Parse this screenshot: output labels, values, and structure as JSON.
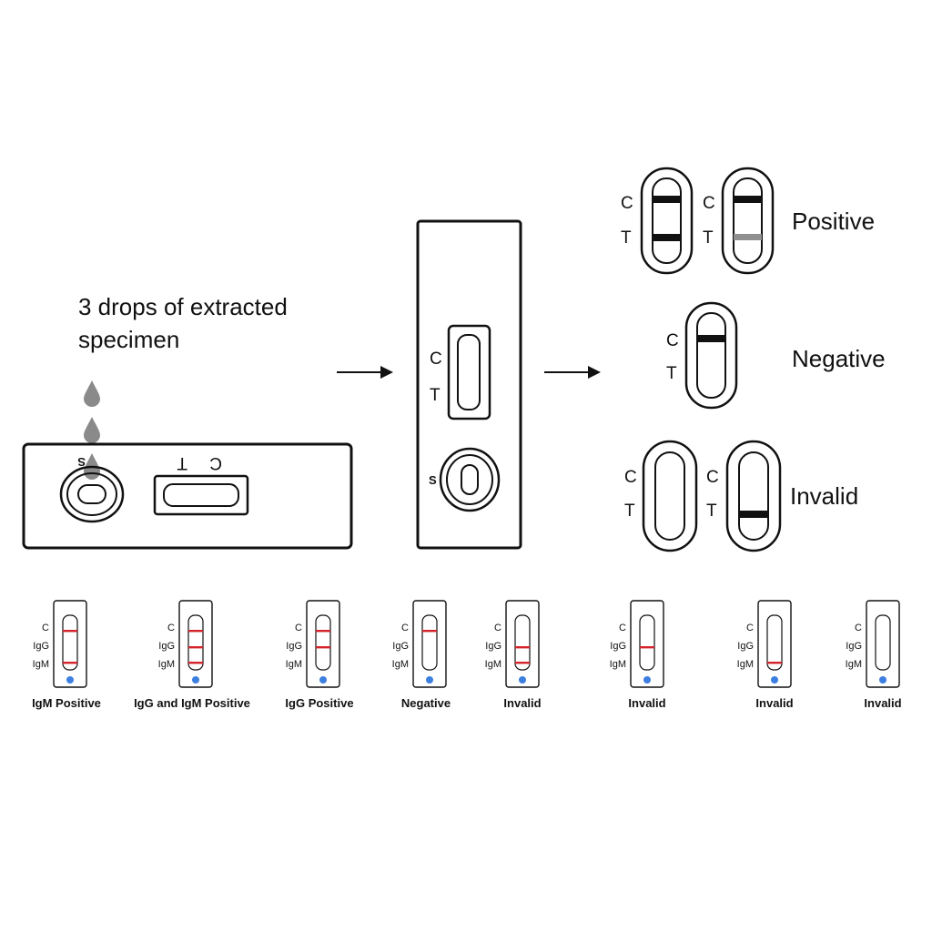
{
  "instruction": {
    "line1": "3 drops of extracted",
    "line2": "specimen"
  },
  "strip_labels": {
    "control": "C",
    "test": "T",
    "sample": "S"
  },
  "results": {
    "positive": "Positive",
    "negative": "Negative",
    "invalid": "Invalid"
  },
  "legend_labels": {
    "c": "C",
    "igg": "IgG",
    "igm": "IgM"
  },
  "antibody_results": [
    {
      "caption": "IgM Positive",
      "lines": [
        "C",
        "IgM"
      ]
    },
    {
      "caption": "IgG and IgM Positive",
      "lines": [
        "C",
        "IgG",
        "IgM"
      ]
    },
    {
      "caption": "IgG Positive",
      "lines": [
        "C",
        "IgG"
      ]
    },
    {
      "caption": "Negative",
      "lines": [
        "C"
      ]
    },
    {
      "caption": "Invalid",
      "lines": [
        "IgG",
        "IgM"
      ]
    },
    {
      "caption": "Invalid",
      "lines": [
        "IgG"
      ]
    },
    {
      "caption": "Invalid",
      "lines": [
        "IgM"
      ]
    },
    {
      "caption": "Invalid",
      "lines": []
    }
  ],
  "colors": {
    "ink": "#111111",
    "drop": "#8a8a8a",
    "faint_line": "#909090",
    "result_line": "#d4232a",
    "sample_dot": "#3d7fe0"
  }
}
